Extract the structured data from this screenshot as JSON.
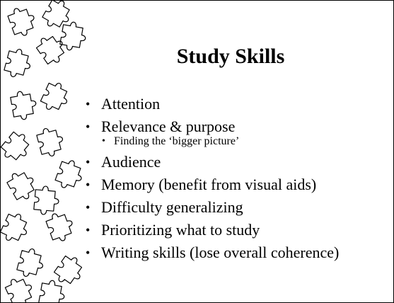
{
  "slide": {
    "title": "Study Skills",
    "bullets": [
      {
        "text": "Attention",
        "level": 1
      },
      {
        "text": "Relevance & purpose",
        "level": 1
      },
      {
        "text": "Finding the ‘bigger picture’",
        "level": 2
      },
      {
        "text": "Audience",
        "level": 1
      },
      {
        "text": "Memory (benefit from visual aids)",
        "level": 1
      },
      {
        "text": "Difficulty generalizing",
        "level": 1
      },
      {
        "text": "Prioritizing what to study",
        "level": 1
      },
      {
        "text": "Writing skills (lose overall coherence)",
        "level": 1
      }
    ],
    "bullet_glyph": "•",
    "decoration_icon": "puzzle-piece-icon",
    "colors": {
      "background": "#ffffff",
      "text": "#000000",
      "outline": "#000000"
    }
  }
}
